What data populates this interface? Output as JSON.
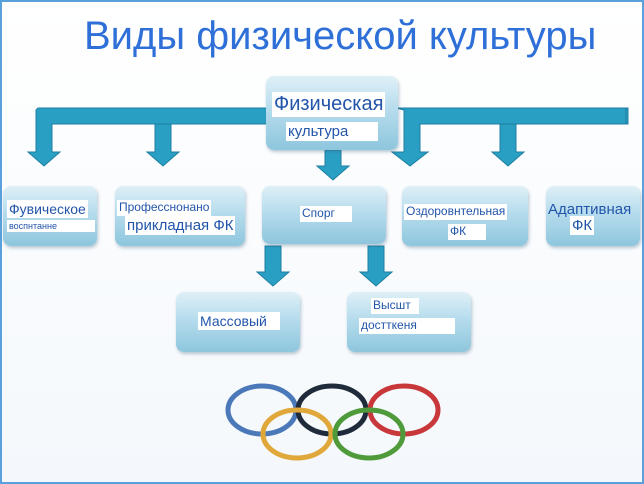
{
  "title": "Виды физической культуры",
  "root": {
    "line1": "Физическая",
    "line2": "культура"
  },
  "nodes": {
    "fiz_vospitanie": {
      "line1": "Фувическое",
      "line2": "воспнтанне"
    },
    "prof_prikladnaya": {
      "line1": "Професснонано",
      "line2": "прикладная ФК"
    },
    "sport": {
      "label": "Спорг"
    },
    "ozdorovitelnaya": {
      "line1": "Оздоровнтельная",
      "line2": "ФК"
    },
    "adaptivnaya": {
      "line1": "Адаптивная",
      "line2": "ФК"
    },
    "massovy": {
      "label": "Массовый"
    },
    "vysshie": {
      "line1": "Высшт",
      "line2": "достткеня"
    }
  },
  "colors": {
    "title": "#2e6fd8",
    "arrow": "#2a9fc4",
    "arrow_stroke": "#1d7fa0",
    "box_text": "#2255aa",
    "rings": [
      "#4a78b8",
      "#e0a83a",
      "#1f2a3a",
      "#4f9a3a",
      "#c8383a"
    ]
  },
  "decoration": {
    "icon": "olympic-rings-icon"
  }
}
